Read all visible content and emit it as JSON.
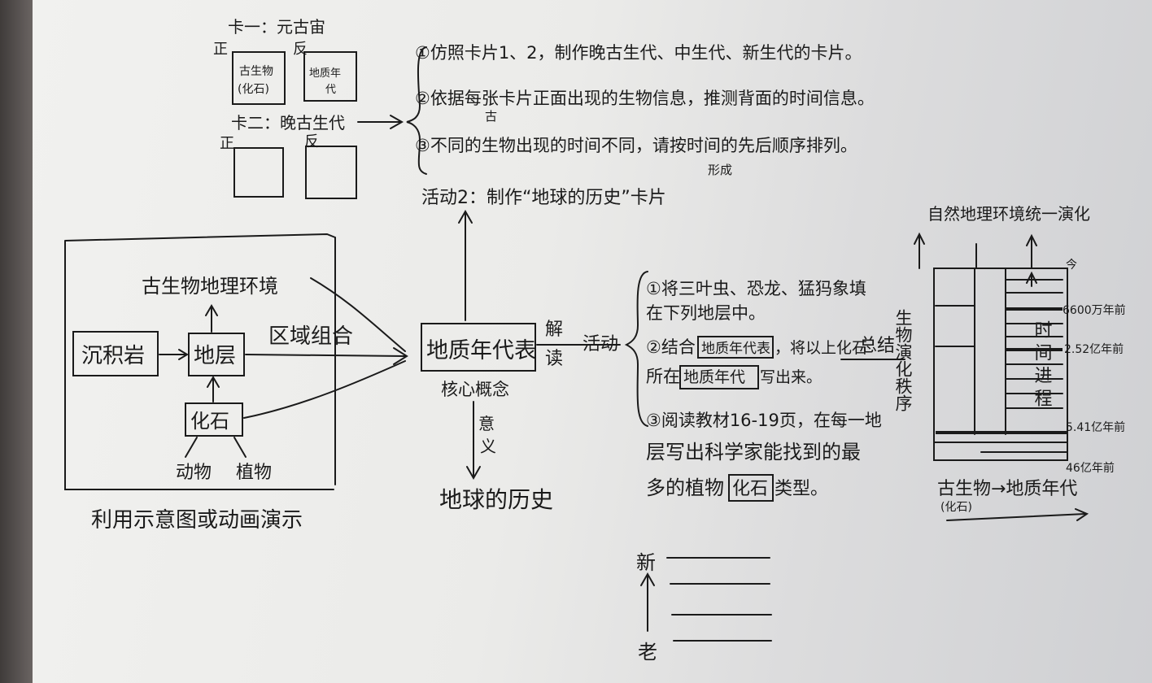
{
  "card_one": {
    "title": "卡一：元古宙",
    "front_label": "正",
    "back_label": "反",
    "front_text_line1": "古生物",
    "front_text_line2": "(化石)",
    "back_text_line1": "地质年",
    "back_text_line2": "代"
  },
  "card_two": {
    "title": "卡二：晚古生代",
    "front_label": "正",
    "back_label": "反"
  },
  "steps": [
    "①仿照卡片1、2，制作晚古生代、中生代、新生代的卡片。",
    "②依据每张卡片正面出现的生物信息，推测背面的时间信息。",
    "③不同的生物出现的时间不同，请按时间的先后顺序排列。"
  ],
  "step2_insert": "古",
  "step3_insert": "形成",
  "activity2": "活动2：制作“地球的历史”卡片",
  "demo_box": {
    "paleo_env": "古生物地理环境",
    "sedimentary_rock": "沉积岩",
    "strata": "地层",
    "fossil": "化石",
    "animals": "动物",
    "plants": "植物",
    "regional_combo": "区域组合"
  },
  "demo_caption": "利用示意图或动画演示",
  "core": {
    "geologic_timescale": "地质年代表",
    "core_concept": "核心概念",
    "interpret_1": "解",
    "interpret_2": "读",
    "activity": "活动",
    "meaning_1": "意",
    "meaning_2": "义",
    "earth_history": "地球的历史"
  },
  "activity_items": {
    "item1_line1": "①将三叶虫、恐龙、猛犸象填",
    "item1_line2": "在下列地层中。",
    "item2_line1_pre": "②结合",
    "item2_line1_boxed": "地质年代表",
    "item2_line1_post": "，将以上化石",
    "item2_line2_pre": "所在",
    "item2_line2_boxed": "地质年代",
    "item2_line2_post": "写出来。",
    "summary": "总结",
    "item3_line1": "③阅读教材16-19页，在每一地",
    "item3_line2": "层写出科学家能找到的最",
    "item3_line3_pre": "多的植物",
    "item3_line3_boxed": "化石",
    "item3_line3_post": "类型。"
  },
  "timeline": {
    "new": "新",
    "old": "老"
  },
  "evolution": {
    "title": "自然地理环境统一演化",
    "left_axis_label": "生物演化秩序",
    "top_marker": "今",
    "process_label": "时间进程",
    "ticks": [
      "6600万年前",
      "2.52亿年前",
      "5.41亿年前",
      "46亿年前"
    ],
    "bottom_label": "古生物→地质年代",
    "bottom_sublabel": "(化石)"
  }
}
